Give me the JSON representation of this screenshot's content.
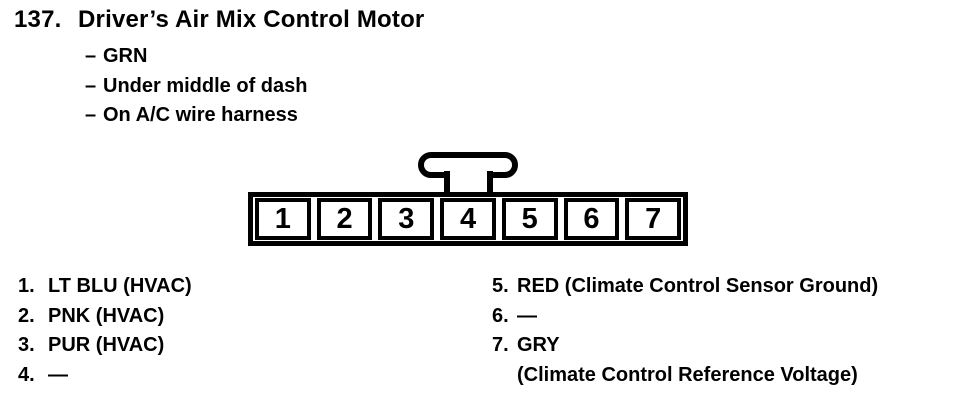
{
  "page": {
    "background": "#ffffff",
    "text_color": "#000000"
  },
  "header": {
    "number": "137.",
    "title": "Driver’s Air Mix Control Motor",
    "bullet": "–",
    "details": [
      "GRN",
      "Under middle of dash",
      "On A/C wire harness"
    ]
  },
  "connector": {
    "description": "7-pin connector, front view, lock tab above pin 4",
    "pins": [
      "1",
      "2",
      "3",
      "4",
      "5",
      "6",
      "7"
    ]
  },
  "pin_list": {
    "left": [
      {
        "num": "1.",
        "label": "LT BLU (HVAC)"
      },
      {
        "num": "2.",
        "label": "PNK (HVAC)"
      },
      {
        "num": "3.",
        "label": "PUR (HVAC)"
      },
      {
        "num": "4.",
        "label": "—"
      }
    ],
    "right": [
      {
        "num": "5.",
        "label": "RED (Climate Control Sensor Ground)"
      },
      {
        "num": "6.",
        "label": "—"
      },
      {
        "num": "7.",
        "label": "GRY"
      },
      {
        "num": "",
        "label": "(Climate Control Reference Voltage)"
      }
    ]
  }
}
